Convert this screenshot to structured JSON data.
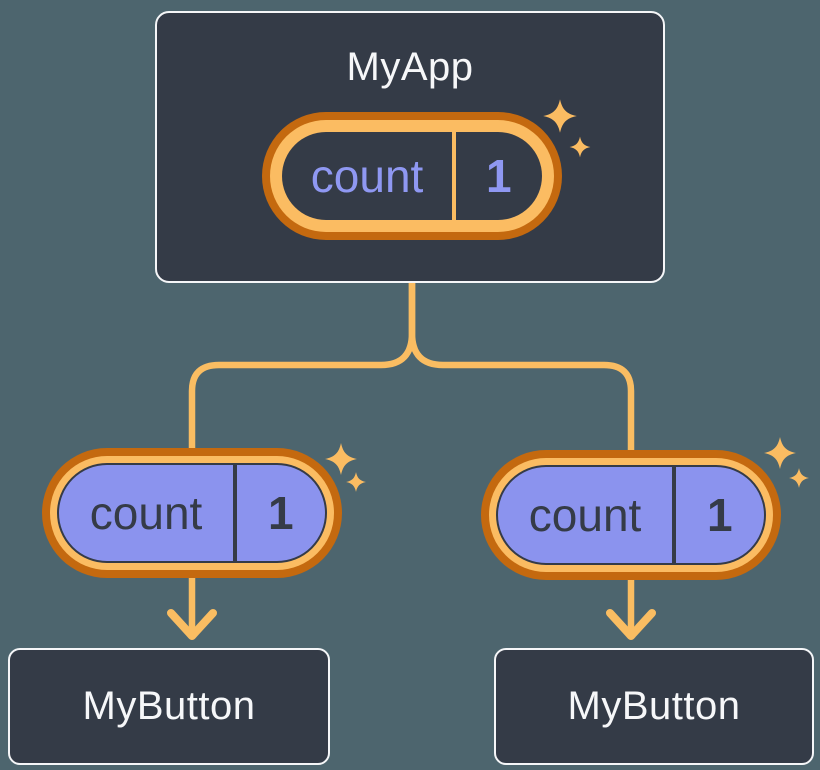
{
  "tree": {
    "root": {
      "label": "MyApp",
      "state": {
        "name": "count",
        "value": "1"
      }
    },
    "children": [
      {
        "label": "MyButton",
        "state": {
          "name": "count",
          "value": "1"
        }
      },
      {
        "label": "MyButton",
        "state": {
          "name": "count",
          "value": "1"
        }
      }
    ]
  },
  "colors": {
    "background": "#4D656E",
    "node_fill": "#343B47",
    "node_border": "#F5F6F8",
    "node_text": "#F6F7F9",
    "connector": "#FABD62",
    "ring_outer_orange": "#C4690F",
    "ring_inner_orange": "#FBBC62",
    "state_pill_fill": "#8B93EE",
    "state_text_on_dark": "#8F98F2",
    "state_text_on_purple": "#353B47"
  },
  "icons": {
    "sparkle": "sparkle-icon",
    "arrow": "arrow-down-icon"
  }
}
